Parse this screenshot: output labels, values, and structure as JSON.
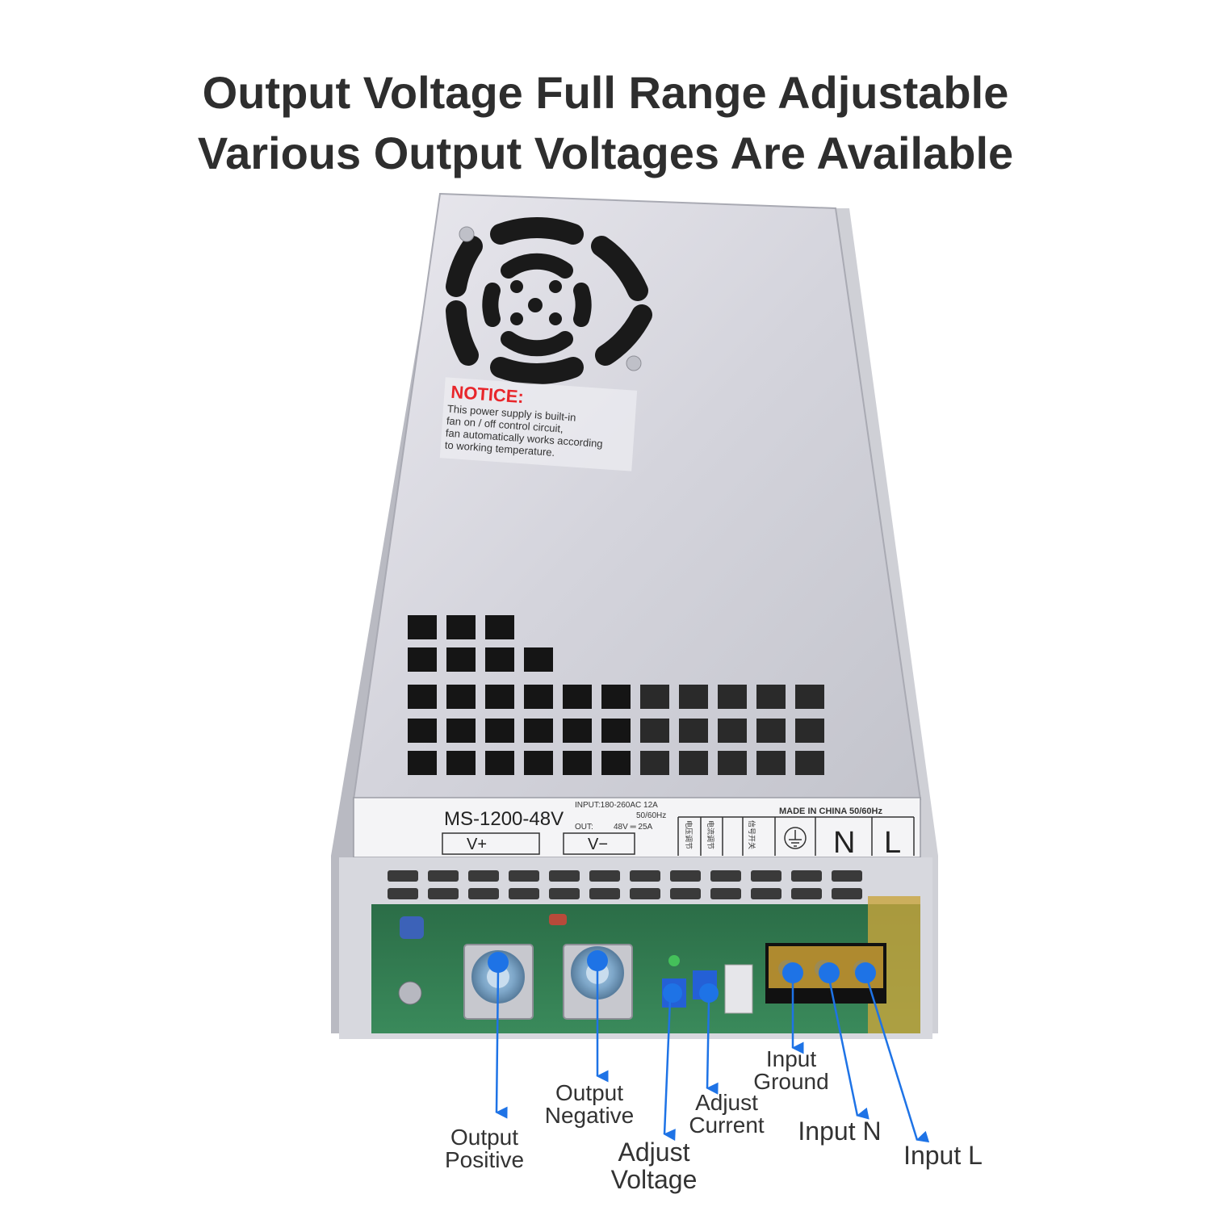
{
  "headline": {
    "line1": "Output Voltage Full Range Adjustable",
    "line2": "Various Output Voltages Are Available"
  },
  "notice": {
    "title": "NOTICE:",
    "lines": [
      "This power supply is built-in",
      "fan on / off control circuit,",
      "fan automatically works according",
      "to working temperature."
    ]
  },
  "label_strip": {
    "model": "MS-1200-48V",
    "input_spec": "INPUT:180-260AC 12A",
    "freq": "50/60Hz",
    "out_label": "OUT:",
    "out_spec": "48V ═ 25A",
    "made_in": "MADE IN CHINA 50/60Hz",
    "v_plus": "V+",
    "v_minus": "V−",
    "adj_voltage_cn": "电压调节",
    "adj_current_cn": "电流调节",
    "signal_switch_cn": "信号开关",
    "terminal_n": "N",
    "terminal_l": "L"
  },
  "callouts": {
    "output_positive": "Output\nPositive",
    "output_negative": "Output\nNegative",
    "adjust_voltage": "Adjust\nVoltage",
    "adjust_current": "Adjust\nCurrent",
    "input_ground": "Input\nGround",
    "input_n": "Input N",
    "input_l": "Input L"
  },
  "colors": {
    "accent": "#1e73e6",
    "notice_red": "#e8262b",
    "headline": "#2e2e2e",
    "pcb_green": "#2f7d4f"
  }
}
